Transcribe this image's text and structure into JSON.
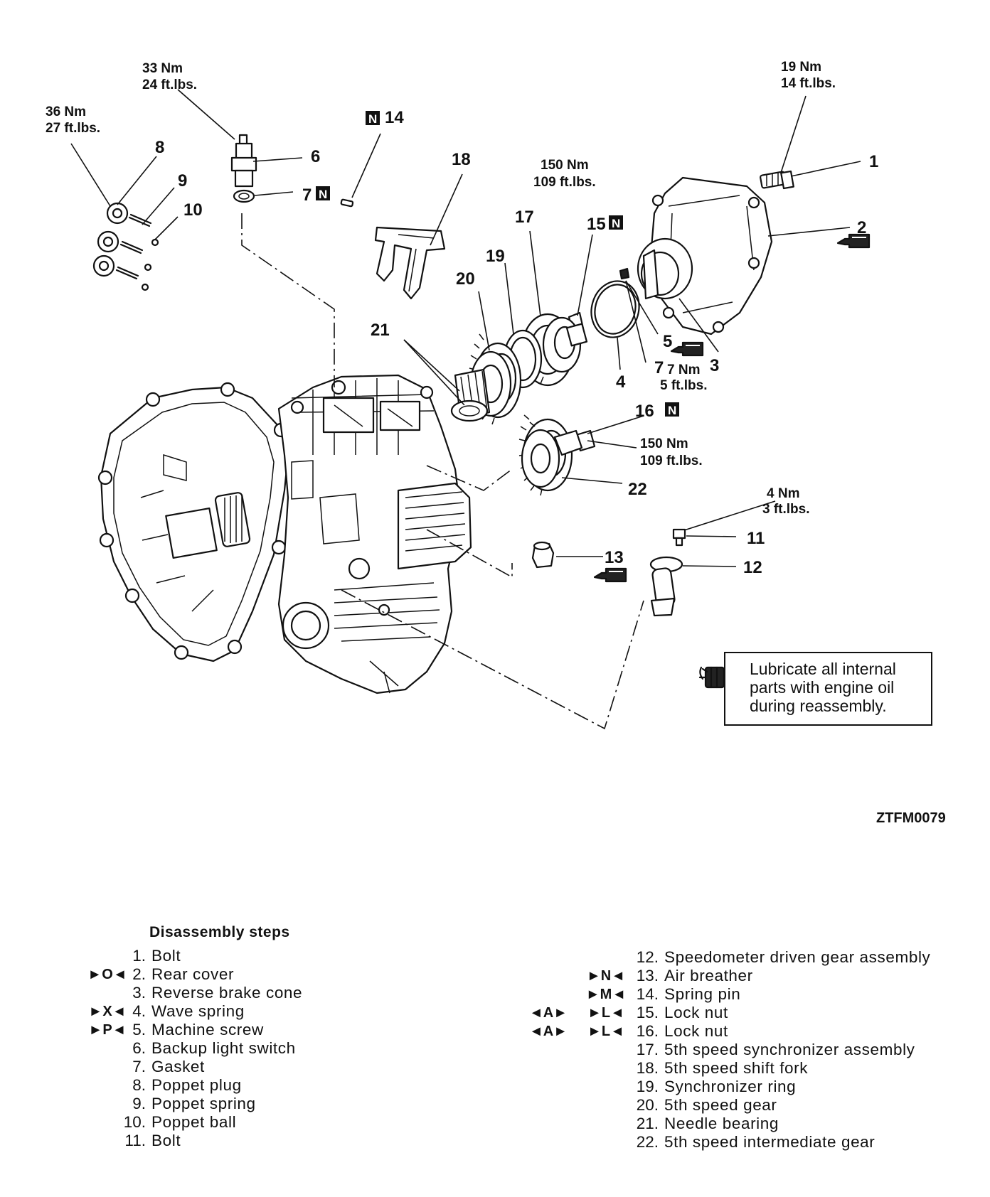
{
  "callouts": {
    "c1": "1",
    "c2": "2",
    "c3": "3",
    "c4": "4",
    "c5": "5",
    "c6": "6",
    "c7a": "7",
    "c7b": "7",
    "c8": "8",
    "c9": "9",
    "c10": "10",
    "c11": "11",
    "c12": "12",
    "c13": "13",
    "c14": "14",
    "c15": "15",
    "c16": "16",
    "c17": "17",
    "c18": "18",
    "c19": "19",
    "c20": "20",
    "c21": "21",
    "c22": "22",
    "n_marker": "N"
  },
  "torque": {
    "t1_nm": "19 Nm",
    "t1_ft": "14 ft.lbs.",
    "t6_nm": "33 Nm",
    "t6_ft": "24 ft.lbs.",
    "t8_nm": "36 Nm",
    "t8_ft": "27 ft.lbs.",
    "t15_nm": "150 Nm",
    "t15_ft": "109 ft.lbs.",
    "t16_nm": "150 Nm",
    "t16_ft": "109 ft.lbs.",
    "t5_nm": "7 Nm",
    "t5_ft": "5 ft.lbs.",
    "t11_nm": "4 Nm",
    "t11_ft": "3 ft.lbs."
  },
  "icons": {
    "oil_can": "oil-can-icon",
    "new_part_marker": "n-box-marker",
    "bolt": "bolt-icon"
  },
  "note": {
    "line1": "Lubricate all internal",
    "line2": "parts with engine oil",
    "line3": "during reassembly."
  },
  "figure_code": "ZTFM0079",
  "steps": {
    "title": "Disassembly steps",
    "left": [
      {
        "num": "1.",
        "label": "Bolt",
        "ins": ""
      },
      {
        "num": "2.",
        "label": "Rear cover",
        "ins": "►O◄"
      },
      {
        "num": "3.",
        "label": "Reverse brake cone",
        "ins": ""
      },
      {
        "num": "4.",
        "label": "Wave spring",
        "ins": "►X◄"
      },
      {
        "num": "5.",
        "label": "Machine screw",
        "ins": "►P◄"
      },
      {
        "num": "6.",
        "label": "Backup light switch",
        "ins": ""
      },
      {
        "num": "7.",
        "label": "Gasket",
        "ins": ""
      },
      {
        "num": "8.",
        "label": "Poppet plug",
        "ins": ""
      },
      {
        "num": "9.",
        "label": "Poppet spring",
        "ins": ""
      },
      {
        "num": "10.",
        "label": "Poppet ball",
        "ins": ""
      },
      {
        "num": "11.",
        "label": "Bolt",
        "ins": ""
      }
    ],
    "right": [
      {
        "num": "12.",
        "label": "Speedometer driven gear assembly",
        "rem": "",
        "ins": ""
      },
      {
        "num": "13.",
        "label": "Air breather",
        "rem": "",
        "ins": "►N◄"
      },
      {
        "num": "14.",
        "label": "Spring pin",
        "rem": "",
        "ins": "►M◄"
      },
      {
        "num": "15.",
        "label": "Lock nut",
        "rem": "◄A►",
        "ins": "►L◄"
      },
      {
        "num": "16.",
        "label": "Lock nut",
        "rem": "◄A►",
        "ins": "►L◄"
      },
      {
        "num": "17.",
        "label": "5th speed synchronizer assembly",
        "rem": "",
        "ins": ""
      },
      {
        "num": "18.",
        "label": "5th speed shift fork",
        "rem": "",
        "ins": ""
      },
      {
        "num": "19.",
        "label": "Synchronizer ring",
        "rem": "",
        "ins": ""
      },
      {
        "num": "20.",
        "label": "5th speed gear",
        "rem": "",
        "ins": ""
      },
      {
        "num": "21.",
        "label": "Needle bearing",
        "rem": "",
        "ins": ""
      },
      {
        "num": "22.",
        "label": "5th speed intermediate gear",
        "rem": "",
        "ins": ""
      }
    ]
  }
}
